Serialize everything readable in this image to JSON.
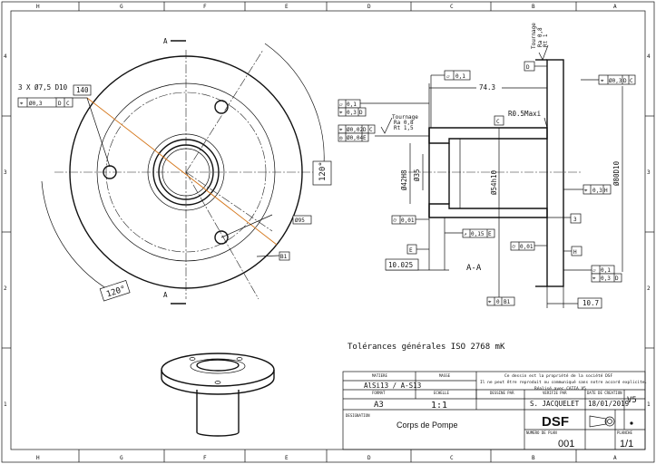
{
  "border": {
    "cols_top": [
      "H",
      "G",
      "F",
      "E",
      "D",
      "C",
      "B",
      "A"
    ],
    "cols_bottom": [
      "H",
      "G",
      "F",
      "E",
      "D",
      "C",
      "B",
      "A"
    ],
    "rows_left": [
      "4",
      "3",
      "2",
      "1"
    ],
    "rows_right": [
      "4",
      "3",
      "2",
      "1"
    ]
  },
  "front_view": {
    "section_label": "A",
    "holes_note": "3 X Ø7,5 D10",
    "holes_callout": "140",
    "holes_tolerance": "Ø0,3",
    "holes_datums": [
      "D",
      "C"
    ],
    "angle_right": "120°",
    "angle_left": "120°",
    "diameter_95": "Ø95",
    "datum_b1": "B1"
  },
  "section_view": {
    "title": "A-A",
    "surface_note_top": "Tournage",
    "surface_roughness_top": [
      "Ra 0,8",
      "Rt 1"
    ],
    "surface_note_left": "Tournage",
    "surface_roughness_left": [
      "Ra 0,8",
      "Rt 1,5"
    ],
    "flatness_top": "0,1",
    "datum_d": "D",
    "dim_74_3": "74.3",
    "radius": "R0.5Maxi",
    "datum_c": "C",
    "perp_right_value": "Ø0,3",
    "perp_right_datums": [
      "D",
      "C"
    ],
    "tol_left_1": "0,1",
    "tol_left_2": "0,3",
    "tol_left_2_datum": "D",
    "coax_1": "Ø0,02",
    "coax_1_datums": [
      "D",
      "C"
    ],
    "coax_2": "Ø0,04",
    "coax_2_datum": "E",
    "dia_42h8": "Ø42H8",
    "dia_35": "Ø35",
    "dia_54h10": "Ø54h10",
    "dia_80d10": "Ø80D10",
    "pos_h": "0,3",
    "pos_h_datum": "H",
    "dim_3": "3",
    "cyl_left": "0,01",
    "runout": "0,15",
    "runout_datum": "E",
    "datum_e": "E",
    "cyl_mid": "0,01",
    "datum_h": "H",
    "dim_10_025": "10.025",
    "flat_right_1": "0,1",
    "flat_right_2": "0,3",
    "flat_right_2_datum": "D",
    "pos_bottom": "0",
    "pos_bottom_datum": "B1",
    "dim_10_7": "10.7"
  },
  "general_tolerance": "Tolérances générales ISO 2768 mK",
  "title_block": {
    "matiere_label": "MATIERE",
    "matiere_value": "AlSi13 / A-S13",
    "masse_label": "MASSE",
    "masse_value": "",
    "notice_lines": [
      "Ce dessin est la propriété de la société DSF",
      "Il ne peut être reproduit ou communiqué sans notre accord explicite.",
      "Réalisé avec CATIA V5"
    ],
    "format_label": "FORMAT",
    "format_value": "A3",
    "echelle_label": "ECHELLE",
    "echelle_value": "1:1",
    "dessine_label": "DESSINE PAR",
    "dessine_value": "",
    "verifie_label": "VERIFIE PAR",
    "verifie_value": "S. JACQUELET",
    "date_label": "DATE DE CREATION",
    "date_value": "18/01/2019",
    "version": "V5",
    "designation_label": "DESIGNATION",
    "designation_value": "Corps de Pompe",
    "logo": "DSF",
    "plan_label": "NUMERO DE PLAN",
    "plan_value": "001",
    "planche_label": "PLANCHE",
    "planche_value": "1/1"
  }
}
